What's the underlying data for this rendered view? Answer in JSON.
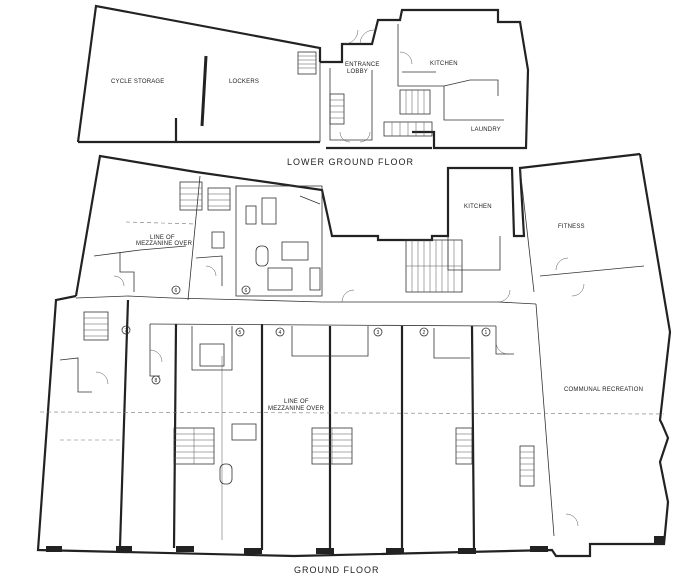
{
  "lower_ground": {
    "title": "LOWER GROUND FLOOR",
    "rooms": {
      "cycle_storage": "CYCLE STORAGE",
      "lockers": "LOCKERS",
      "entrance_lobby_1": "ENTRANCE",
      "entrance_lobby_2": "LOBBY",
      "kitchen": "KITCHEN",
      "laundry": "LAUNDRY"
    }
  },
  "ground": {
    "title": "GROUND FLOOR",
    "rooms": {
      "kitchen": "KITCHEN",
      "fitness": "FITNESS",
      "communal_recreation": "COMMUNAL RECREATION",
      "mezz_note_left_1": "LINE OF",
      "mezz_note_left_2": "MEZZANINE OVER",
      "mezz_note_mid_1": "LINE OF",
      "mezz_note_mid_2": "MEZZANINE OVER"
    },
    "unit_markers": [
      "7",
      "6",
      "6",
      "5",
      "4",
      "3",
      "2",
      "1",
      "8"
    ]
  }
}
